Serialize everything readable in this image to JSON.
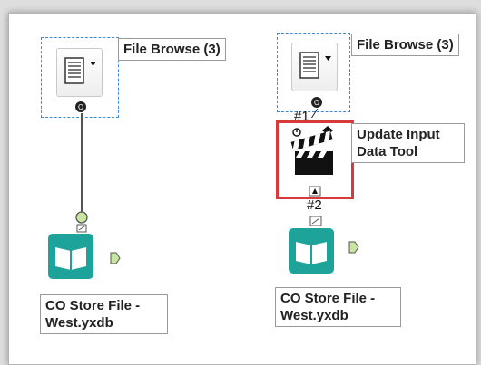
{
  "workflow": {
    "left": {
      "browse_label": "File Browse (3)",
      "output_label_line1": "CO Store File -",
      "output_label_line2": "West.yxdb"
    },
    "right": {
      "browse_label": "File Browse (3)",
      "connection_in_label": "#1",
      "tool_label_line1": "Update Input",
      "tool_label_line2": "Data Tool",
      "connection_out_label": "#2",
      "output_label_line1": "CO Store File -",
      "output_label_line2": "West.yxdb"
    }
  },
  "colors": {
    "selection_dashed": "#3d8bd6",
    "highlight_red": "#d63a3a",
    "browse_tool_teal": "#1ea39a",
    "output_anchor_green": "#c8e6a0"
  },
  "icons": {
    "doc": "document-icon",
    "browse": "book-icon",
    "clap": "clapperboard-icon"
  }
}
